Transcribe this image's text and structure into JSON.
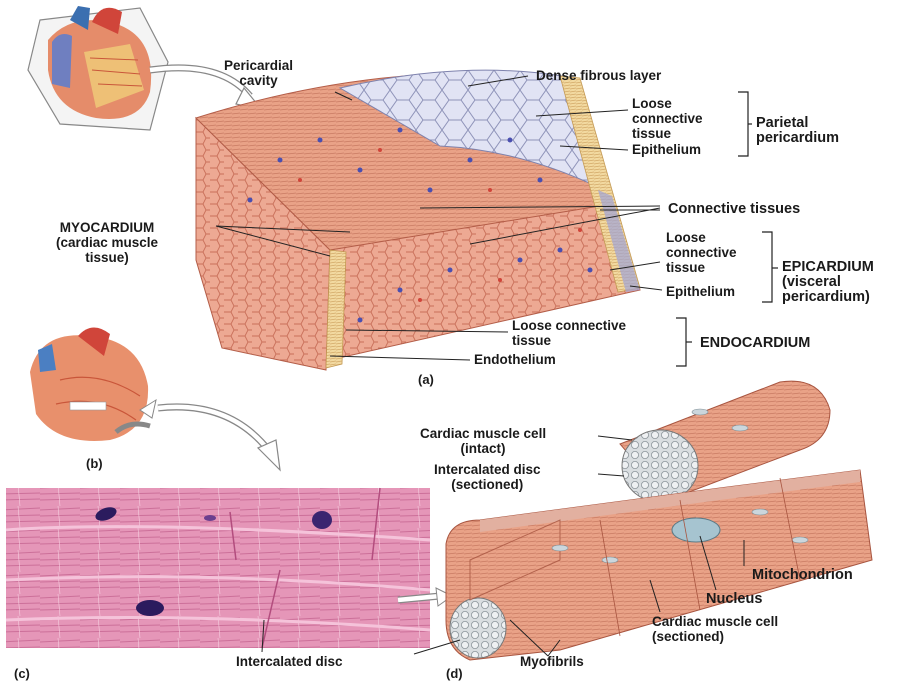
{
  "labels": {
    "pericardial_cavity_1": "Pericardial",
    "pericardial_cavity_2": "cavity",
    "dense_fibrous": "Dense fibrous layer",
    "loose_ct_1": "Loose",
    "loose_ct_2": "connective",
    "loose_ct_3": "tissue",
    "epithelium_top": "Epithelium",
    "parietal_1": "Parietal",
    "parietal_2": "pericardium",
    "myocardium_1": "MYOCARDIUM",
    "myocardium_2": "(cardiac muscle",
    "myocardium_3": "tissue)",
    "connective_tissues": "Connective tissues",
    "loose2_1": "Loose",
    "loose2_2": "connective",
    "loose2_3": "tissue",
    "epithelium_mid": "Epithelium",
    "epicardium_1": "EPICARDIUM",
    "epicardium_2": "(visceral",
    "epicardium_3": "pericardium)",
    "loose3_1": "Loose connective",
    "loose3_2": "tissue",
    "endothelium": "Endothelium",
    "endocardium": "ENDOCARDIUM",
    "panel_a": "(a)",
    "panel_b": "(b)",
    "panel_c": "(c)",
    "panel_d": "(d)",
    "cm_intact_1": "Cardiac muscle cell",
    "cm_intact_2": "(intact)",
    "disc_sectioned_1": "Intercalated disc",
    "disc_sectioned_2": "(sectioned)",
    "mitochondrion": "Mitochondrion",
    "nucleus": "Nucleus",
    "cm_sectioned_1": "Cardiac muscle cell",
    "cm_sectioned_2": "(sectioned)",
    "intercalated_disc": "Intercalated disc",
    "myofibrils": "Myofibrils"
  },
  "colors": {
    "muscle": "#e9a287",
    "muscle_dark": "#c9705a",
    "epithelium": "#d9dcf0",
    "fibrous": "#f2d9a0",
    "histology": "#e38fb3",
    "nucleus": "#2b1b5e"
  }
}
